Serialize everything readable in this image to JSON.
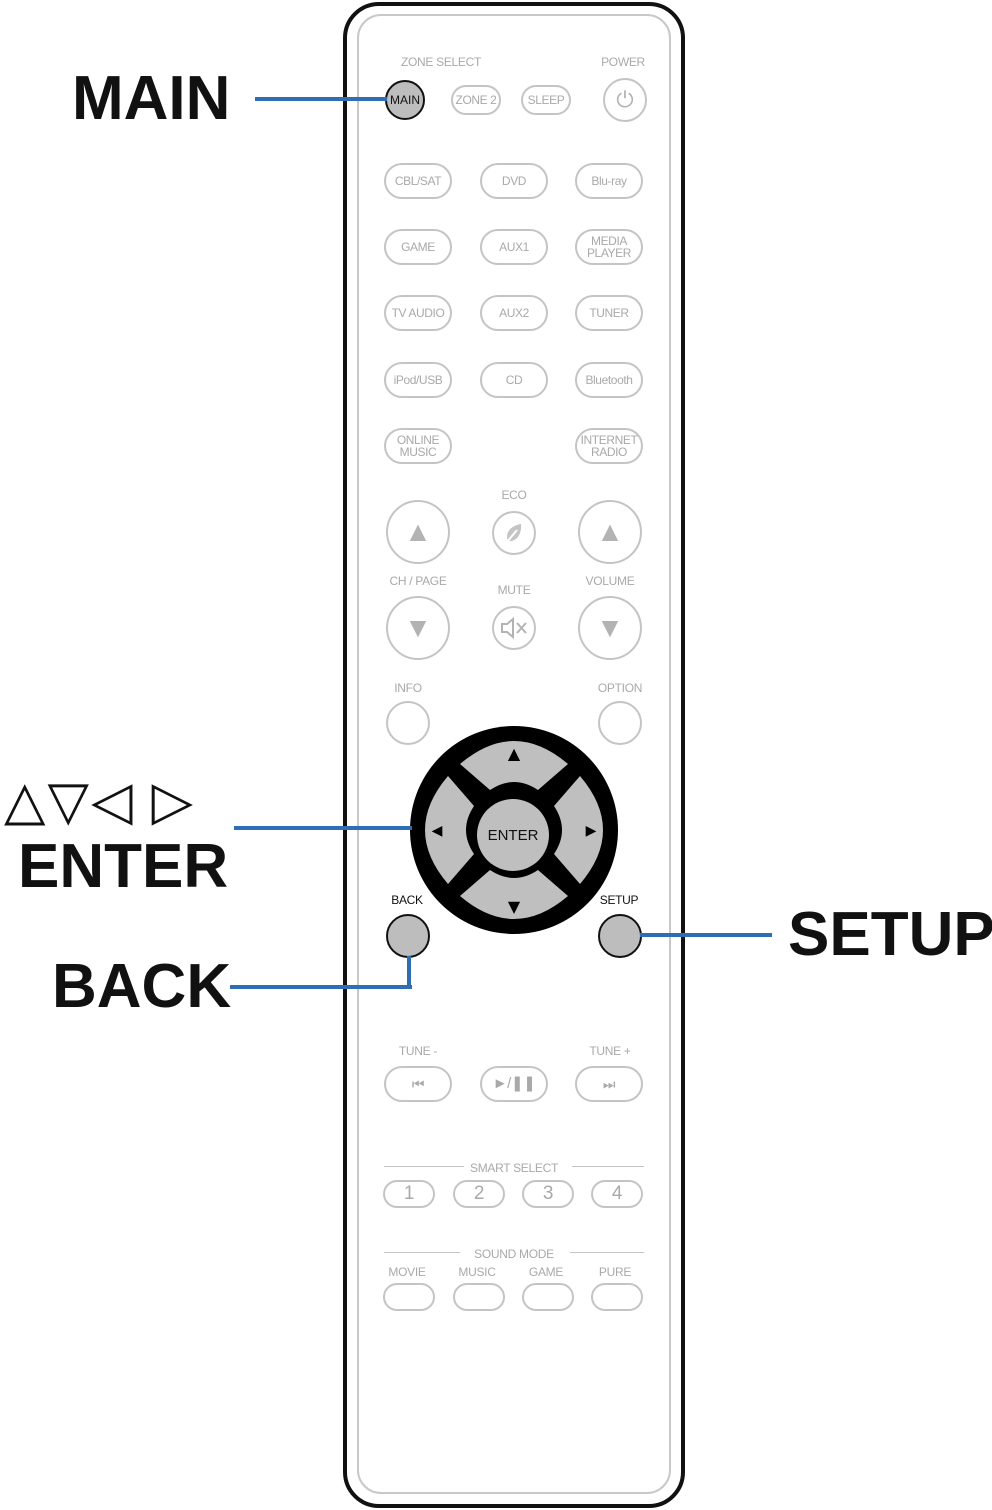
{
  "callouts": {
    "main": "MAIN",
    "enter": "ENTER",
    "arrows": "△▽◁ ▷",
    "back": "BACK",
    "setup": "SETUP"
  },
  "remote": {
    "zone_select_label": "ZONE SELECT",
    "power_label": "POWER",
    "main_button": "MAIN",
    "zone2_button": "ZONE 2",
    "sleep_button": "SLEEP",
    "power_icon": "⏻",
    "source_rows": [
      [
        "CBL/SAT",
        "DVD",
        "Blu-ray"
      ],
      [
        "GAME",
        "AUX1",
        "MEDIA\nPLAYER"
      ],
      [
        "TV AUDIO",
        "AUX2",
        "TUNER"
      ],
      [
        "iPod/USB",
        "CD",
        "Bluetooth"
      ],
      [
        "ONLINE\nMUSIC",
        "INTERNET\nRADIO"
      ]
    ],
    "eco_label": "ECO",
    "ch_page_label": "CH / PAGE",
    "mute_label": "MUTE",
    "volume_label": "VOLUME",
    "info_label": "INFO",
    "option_label": "OPTION",
    "enter_button": "ENTER",
    "back_label": "BACK",
    "setup_label": "SETUP",
    "tune_minus_label": "TUNE -",
    "tune_plus_label": "TUNE +",
    "smart_select_label": "SMART SELECT",
    "smart_buttons": [
      "1",
      "2",
      "3",
      "4"
    ],
    "sound_mode_label": "SOUND MODE",
    "sound_modes": [
      "MOVIE",
      "MUSIC",
      "GAME",
      "PURE"
    ],
    "icons": {
      "up": "▲",
      "down": "▼",
      "left": "◀",
      "right": "▶",
      "prev": "⏮",
      "play_pause": "►/❚❚",
      "next": "⏭"
    }
  }
}
